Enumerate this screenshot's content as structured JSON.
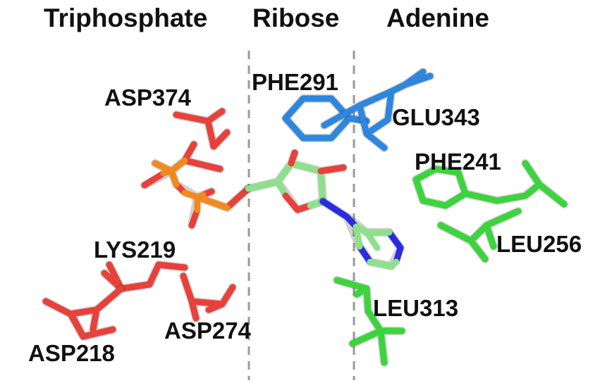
{
  "regions": {
    "triphosphate": "Triphosphate",
    "ribose": "Ribose",
    "adenine": "Adenine"
  },
  "residues": {
    "asp374": "ASP374",
    "phe291": "PHE291",
    "glu343": "GLU343",
    "phe241": "PHE241",
    "leu256": "LEU256",
    "lys219": "LYS219",
    "asp218": "ASP218",
    "asp274": "ASP274",
    "leu313": "LEU313"
  },
  "colors": {
    "triphosphate_residues": "#e8403a",
    "phosphate": "#f08a1e",
    "ribose_carbon": "#8ee08a",
    "nitrogen": "#2b2be0",
    "oxygen": "#e8403a",
    "blue_residues": "#2e86de",
    "green_residues": "#3cd43c",
    "divider": "#9a9a9a"
  }
}
